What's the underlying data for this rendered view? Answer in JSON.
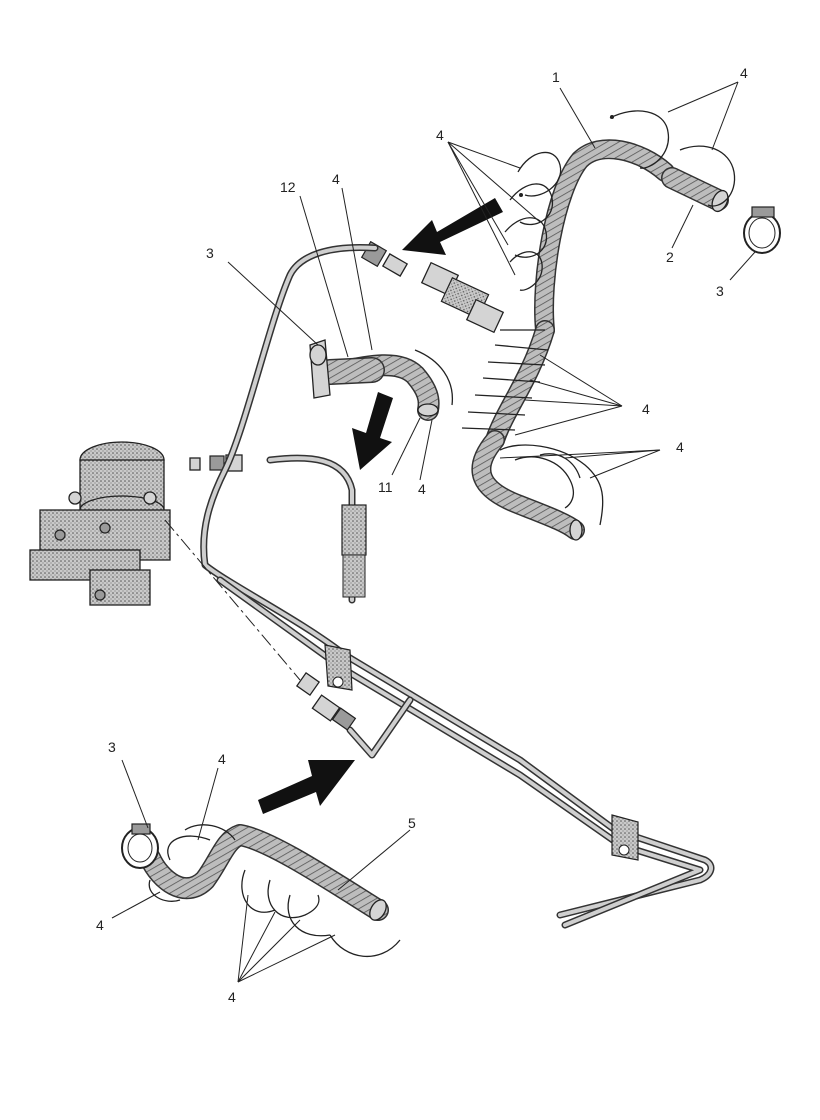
{
  "diagram": {
    "callouts": {
      "c1": "1",
      "c2": "2",
      "c3a": "3",
      "c3b": "3",
      "c3c": "3",
      "c4a": "4",
      "c4b": "4",
      "c4c": "4",
      "c4d": "4",
      "c4e": "4",
      "c4f": "4",
      "c4g": "4",
      "c4h": "4",
      "c4i": "4",
      "c5": "5",
      "c11": "11",
      "c12": "12"
    },
    "colors": {
      "line": "#222222",
      "hose_fill": "#bdbdbd",
      "hose_stipple": "#7a7a7a",
      "arrow": "#111111",
      "background": "#ffffff"
    }
  }
}
